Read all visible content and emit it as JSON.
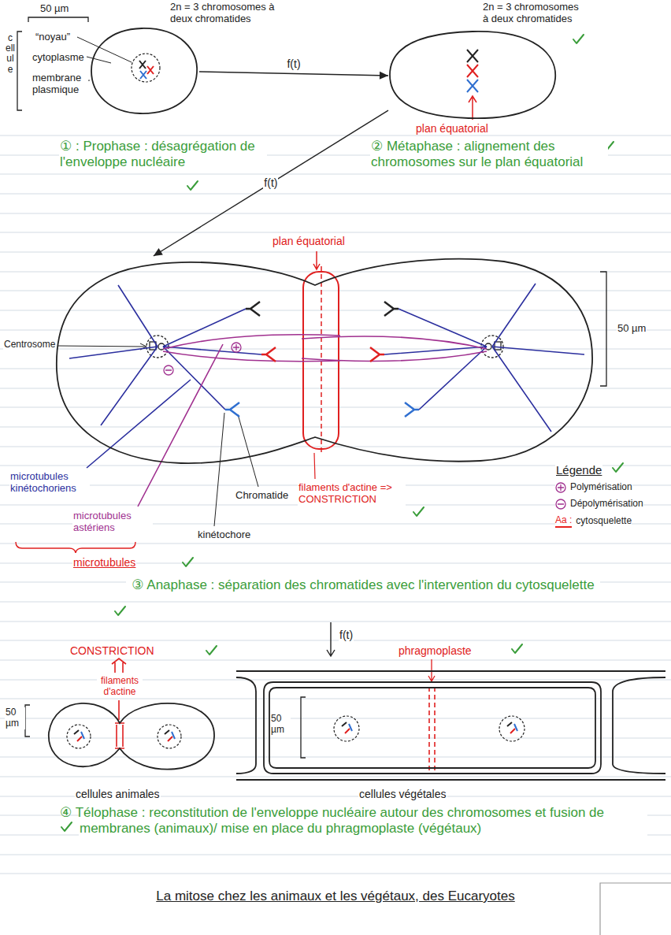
{
  "diagram": {
    "caption": "La mitose chez les animaux et les végétaux, des Eucaryotes",
    "nodes": [
      {
        "text": [
          "2n = 3 chromosomes à deux chromatides"
        ]
      },
      {
        "text": [
          "2n = 3 chromosomes à deux chromatides"
        ]
      },
      {
        "text": [
          "plan équatorial"
        ]
      },
      {
        "text": [
          "cellules animales"
        ]
      },
      {
        "text": [
          "cellules végétales"
        ]
      }
    ],
    "edges": [
      {
        "from": 0,
        "to": 1,
        "arrow": "to",
        "label": "f(t)"
      },
      {
        "from": 1,
        "to": 2,
        "arrow": "to",
        "label": "f(t)"
      }
    ],
    "labels": [
      "50 µm",
      "cellule",
      "“noyau”",
      "cytoplasme",
      "membrane plasmique",
      "plan équatorial",
      "① : Prophase : désagrégation de l'enveloppe nucléaire",
      "② Métaphase : alignement des chromosomes sur le plan équatorial",
      "Centrosome",
      "50 µm",
      "microtubules kinétochoriens",
      "microtubules astériens",
      "microtubules",
      "Chromatide",
      "kinétochore",
      "filaments d'actine => CONSTRICTION",
      "Légende",
      "Aa :",
      "③ Anaphase : séparation des chromatides avec l'intervention du cytosquelette",
      "f(t)",
      "CONSTRICTION",
      "filaments d'actine",
      "50 µm",
      "phragmoplaste",
      "50 µm",
      "④ Télophase : reconstitution de l'enveloppe nucléaire autour des chromosomes et fusion de membranes (animaux)/ mise en place du phragmoplaste (végétaux)"
    ],
    "legend": [
      {
        "text": "Polymérisation"
      },
      {
        "text": "Dépolymérisation"
      },
      {
        "text": "cytosquelette",
        "color": "#e8231f"
      }
    ]
  }
}
